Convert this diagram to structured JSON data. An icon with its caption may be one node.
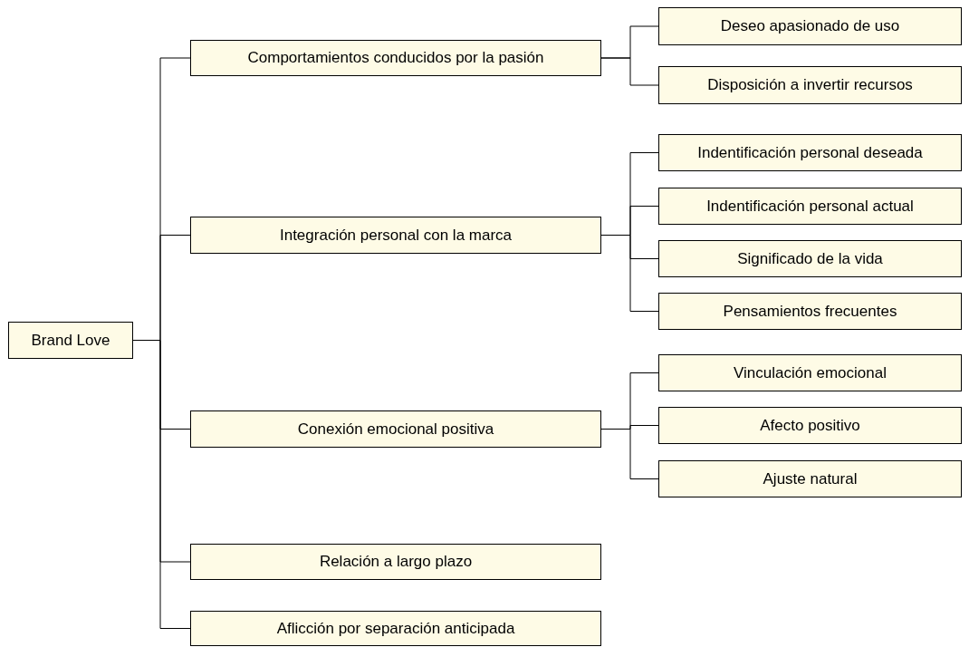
{
  "diagram": {
    "nodes": [
      {
        "text": [
          "Brand Love"
        ]
      },
      {
        "text": [
          "Comportamientos conducidos por la pasión"
        ]
      },
      {
        "text": [
          "Deseo apasionado de uso"
        ]
      },
      {
        "text": [
          "Disposición a invertir recursos"
        ]
      },
      {
        "text": [
          "Integración personal con la marca"
        ]
      },
      {
        "text": [
          "Indentificación personal deseada"
        ]
      },
      {
        "text": [
          "Indentificación personal actual"
        ]
      },
      {
        "text": [
          "Significado de la vida"
        ]
      },
      {
        "text": [
          "Pensamientos frecuentes"
        ]
      },
      {
        "text": [
          "Conexión emocional positiva"
        ]
      },
      {
        "text": [
          "Vinculación emocional"
        ]
      },
      {
        "text": [
          "Afecto positivo"
        ]
      },
      {
        "text": [
          "Ajuste natural"
        ]
      },
      {
        "text": [
          "Relación a largo plazo"
        ]
      },
      {
        "text": [
          "Aflicción por separación anticipada"
        ]
      }
    ],
    "edges": [
      {
        "from": 0,
        "to": 1,
        "arrow": "none"
      },
      {
        "from": 1,
        "to": 2,
        "arrow": "none"
      },
      {
        "from": 1,
        "to": 3,
        "arrow": "none"
      },
      {
        "from": 0,
        "to": 4,
        "arrow": "none"
      },
      {
        "from": 4,
        "to": 5,
        "arrow": "none"
      },
      {
        "from": 4,
        "to": 6,
        "arrow": "none"
      },
      {
        "from": 4,
        "to": 7,
        "arrow": "none"
      },
      {
        "from": 4,
        "to": 8,
        "arrow": "none"
      },
      {
        "from": 0,
        "to": 9,
        "arrow": "none"
      },
      {
        "from": 9,
        "to": 10,
        "arrow": "none"
      },
      {
        "from": 9,
        "to": 11,
        "arrow": "none"
      },
      {
        "from": 9,
        "to": 12,
        "arrow": "none"
      },
      {
        "from": 0,
        "to": 13,
        "arrow": "none"
      },
      {
        "from": 0,
        "to": 14,
        "arrow": "none"
      }
    ]
  }
}
